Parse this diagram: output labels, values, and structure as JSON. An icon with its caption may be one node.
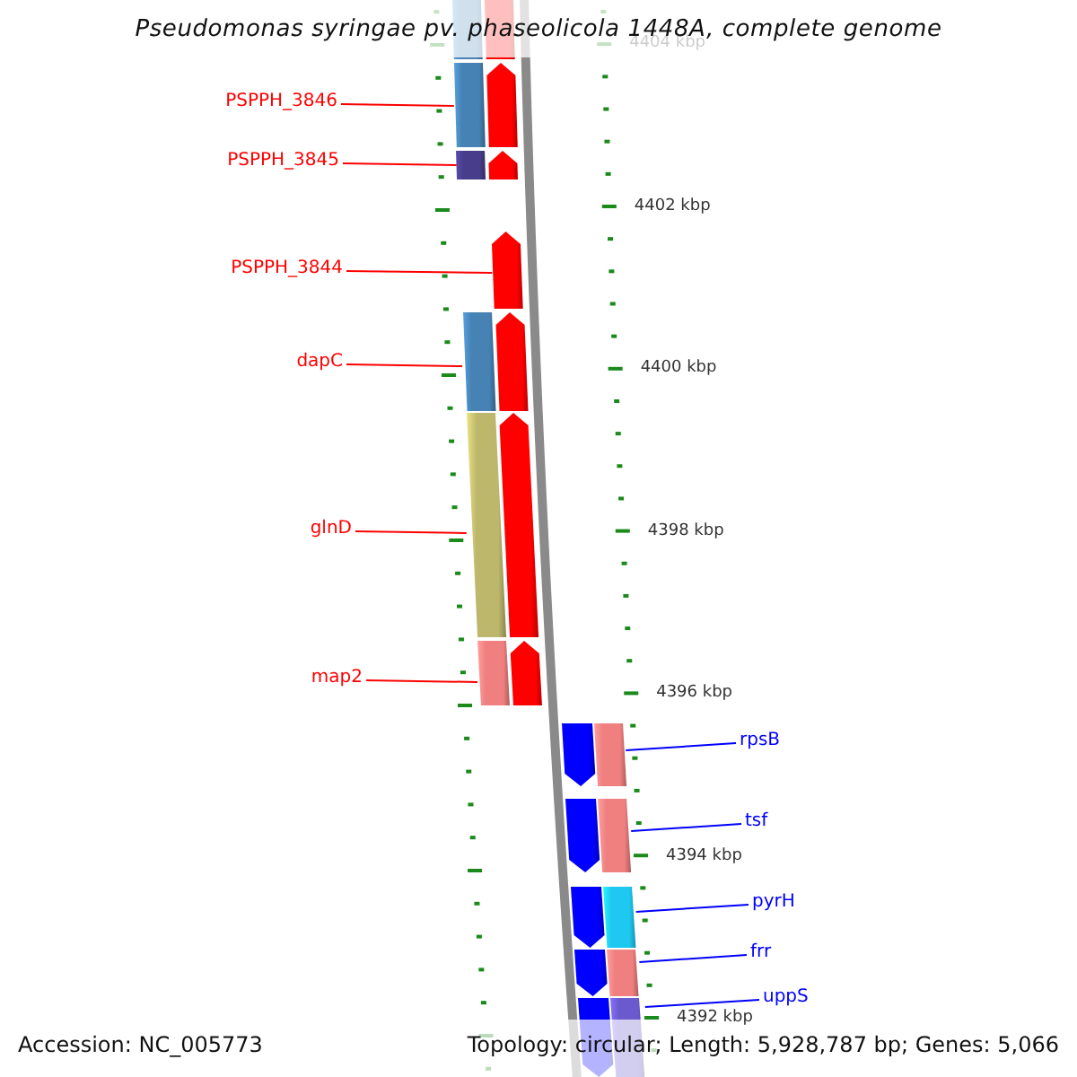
{
  "diagram": {
    "title": "Pseudomonas syringae pv. phaseolicola 1448A, complete genome",
    "nodes": [
      {
        "text": [
          "PSPPH_3846"
        ]
      },
      {
        "text": [],
        "shape": "arrow"
      },
      {
        "text": [
          "PSPPH_3845"
        ]
      },
      {
        "text": [],
        "shape": "arrow"
      },
      {
        "text": [
          "PSPPH_3844"
        ]
      },
      {
        "text": [],
        "shape": "arrow"
      },
      {
        "text": [
          "dapC"
        ]
      },
      {
        "text": [],
        "shape": "arrow"
      },
      {
        "text": [
          "glnD"
        ]
      },
      {
        "text": [],
        "shape": "arrow"
      },
      {
        "text": [
          "map2"
        ]
      },
      {
        "text": [],
        "shape": "arrow"
      },
      {
        "text": [
          "rpsB"
        ]
      },
      {
        "text": [],
        "shape": "arrow"
      },
      {
        "text": [
          "tsf"
        ]
      },
      {
        "text": [],
        "shape": "arrow"
      },
      {
        "text": [
          "pyrH"
        ]
      },
      {
        "text": [],
        "shape": "arrow"
      },
      {
        "text": [
          "frr"
        ]
      },
      {
        "text": [],
        "shape": "arrow"
      },
      {
        "text": [
          "uppS"
        ]
      },
      {
        "text": [],
        "shape": "arrow"
      }
    ],
    "edges": [
      {
        "from": 0,
        "to": 1,
        "arrow": "none"
      },
      {
        "from": 2,
        "to": 3,
        "arrow": "none"
      },
      {
        "from": 4,
        "to": 5,
        "arrow": "none"
      },
      {
        "from": 6,
        "to": 7,
        "arrow": "none"
      },
      {
        "from": 8,
        "to": 9,
        "arrow": "none"
      },
      {
        "from": 10,
        "to": 11,
        "arrow": "none"
      },
      {
        "from": 12,
        "to": 13,
        "arrow": "none",
        "color": "#0000ff"
      },
      {
        "from": 14,
        "to": 15,
        "arrow": "none",
        "color": "#0000ff"
      },
      {
        "from": 16,
        "to": 17,
        "arrow": "none",
        "color": "#0000ff"
      },
      {
        "from": 18,
        "to": 19,
        "arrow": "none",
        "color": "#0000ff"
      },
      {
        "from": 20,
        "to": 21,
        "arrow": "none",
        "color": "#0000ff"
      }
    ],
    "labels": [
      "4404 kbp",
      "4402 kbp",
      "4400 kbp",
      "4398 kbp",
      "4396 kbp",
      "4394 kbp",
      "4392 kbp",
      "Accession: NC_005773",
      "Topology: circular; Length: 5,928,787 bp; Genes: 5,066"
    ]
  }
}
